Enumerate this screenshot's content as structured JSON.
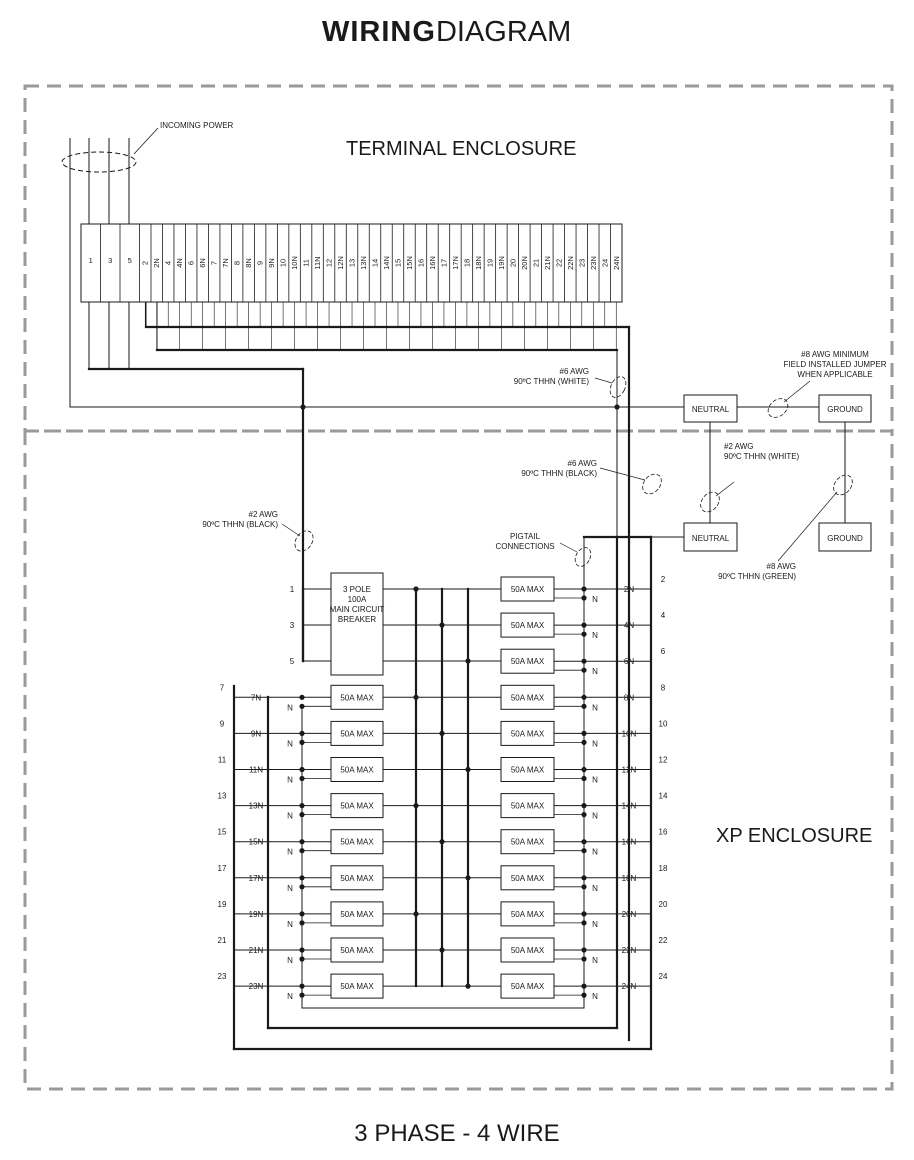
{
  "header": {
    "title_bold": "WIRING",
    "title_light": "DIAGRAM"
  },
  "footer": {
    "caption": "3 PHASE - 4 WIRE"
  },
  "enclosures": {
    "terminal": "TERMINAL ENCLOSURE",
    "xp": "XP ENCLOSURE"
  },
  "callouts": {
    "incoming_power": "INCOMING POWER",
    "awg6_white": [
      "#6 AWG",
      "90ºC THHN (WHITE)"
    ],
    "awg6_black": [
      "#6 AWG",
      "90ºC THHN (BLACK)"
    ],
    "awg2_black": [
      "#2 AWG",
      "90ºC THHN (BLACK)"
    ],
    "awg2_white": [
      "#2 AWG",
      "90ºC THHN (WHITE)"
    ],
    "awg8_green": [
      "#8 AWG",
      "90ºC THHN (GREEN)"
    ],
    "awg8_jumper": [
      "#8 AWG MINIMUM",
      "FIELD INSTALLED JUMPER",
      "WHEN APPLICABLE"
    ],
    "pigtail": [
      "PIGTAIL",
      "CONNECTIONS"
    ]
  },
  "boxes": {
    "neutral_top": "NEUTRAL",
    "ground_top": "GROUND",
    "neutral_bottom": "NEUTRAL",
    "ground_bottom": "GROUND",
    "main_breaker": [
      "3 POLE",
      "100A",
      "MAIN CIRCUIT",
      "BREAKER"
    ],
    "breaker_label": "50A MAX",
    "neutral_mark": "N"
  },
  "terminal_strip": [
    "1",
    "3",
    "5",
    "2",
    "2N",
    "4",
    "4N",
    "6",
    "6N",
    "7",
    "7N",
    "8",
    "8N",
    "9",
    "9N",
    "10",
    "10N",
    "11",
    "11N",
    "12",
    "12N",
    "13",
    "13N",
    "14",
    "14N",
    "15",
    "15N",
    "16",
    "16N",
    "17",
    "17N",
    "18",
    "18N",
    "19",
    "19N",
    "20",
    "20N",
    "21",
    "21N",
    "22",
    "22N",
    "23",
    "23N",
    "24",
    "24N"
  ],
  "panel": {
    "main_feed_labels": [
      "1",
      "3",
      "5"
    ],
    "left_circuits": [
      {
        "num": "7",
        "neutral": "7N"
      },
      {
        "num": "9",
        "neutral": "9N"
      },
      {
        "num": "11",
        "neutral": "11N"
      },
      {
        "num": "13",
        "neutral": "13N"
      },
      {
        "num": "15",
        "neutral": "15N"
      },
      {
        "num": "17",
        "neutral": "17N"
      },
      {
        "num": "19",
        "neutral": "19N"
      },
      {
        "num": "21",
        "neutral": "21N"
      },
      {
        "num": "23",
        "neutral": "23N"
      }
    ],
    "right_circuits": [
      {
        "num": "2",
        "neutral": "2N"
      },
      {
        "num": "4",
        "neutral": "4N"
      },
      {
        "num": "6",
        "neutral": "6N"
      },
      {
        "num": "8",
        "neutral": "8N"
      },
      {
        "num": "10",
        "neutral": "10N"
      },
      {
        "num": "12",
        "neutral": "12N"
      },
      {
        "num": "14",
        "neutral": "14N"
      },
      {
        "num": "16",
        "neutral": "16N"
      },
      {
        "num": "18",
        "neutral": "18N"
      },
      {
        "num": "20",
        "neutral": "20N"
      },
      {
        "num": "22",
        "neutral": "22N"
      },
      {
        "num": "24",
        "neutral": "24N"
      }
    ]
  },
  "colors": {
    "line": "#1a1a1a",
    "dashed": "#9a9a9a",
    "background": "#ffffff"
  }
}
